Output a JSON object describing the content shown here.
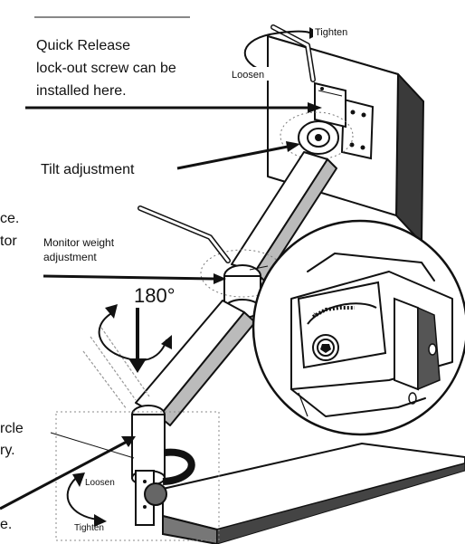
{
  "labels": {
    "quick_release_1": "Quick Release",
    "quick_release_2": "lock-out screw can be",
    "quick_release_3": "installed here.",
    "tighten_top": "Tighten",
    "loosen_top": "Loosen",
    "tilt": "Tilt adjustment",
    "ce_fragment": "ce.",
    "tor_fragment": "tor",
    "weight_1": "Monitor weight",
    "weight_2": "adjustment",
    "rotation": "180°",
    "rcle_fragment": "rcle",
    "ry_fragment": "ry.",
    "e_fragment": "e.",
    "loosen_bottom": "Loosen",
    "tighten_bottom": "Tighten"
  }
}
